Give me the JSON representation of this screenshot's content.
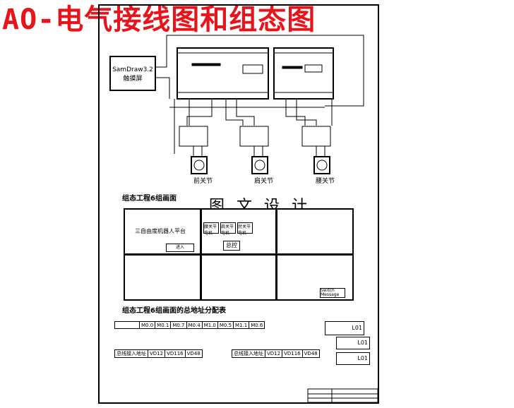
{
  "title": "AO-电气接线图和组态图",
  "hmi": {
    "line1": "SamDraw3.2",
    "line2": "触摸屏"
  },
  "valves": [
    "前关节",
    "肩关节",
    "腰关节"
  ],
  "section_screens": "组态工程6组画面",
  "design_label": "图 文 设 计",
  "screen1": {
    "heading": "三自由度机器人平台",
    "enter_button": "进入"
  },
  "screen2": {
    "buttons": [
      "腰关节电机",
      "肩关节电机",
      "肘关节电机"
    ],
    "main_button": "总控"
  },
  "screen6": {
    "button": "Switch Message"
  },
  "section_address": "组态工程6组画面的总地址分配表",
  "addr_table1": [
    "M0.0",
    "M0.1",
    "M0.7",
    "M0.4",
    "M1.0",
    "M0.5",
    "M1.1",
    "M0.6"
  ],
  "addr_table2": {
    "label": "总线接入地址",
    "cells": [
      "VD12",
      "VD116",
      "VD48"
    ]
  },
  "addr_table3": {
    "label": "总线接入地址",
    "cells": [
      "VD12",
      "VD116",
      "VD48"
    ]
  },
  "side_codes": [
    "L01",
    "L01",
    "L01"
  ]
}
